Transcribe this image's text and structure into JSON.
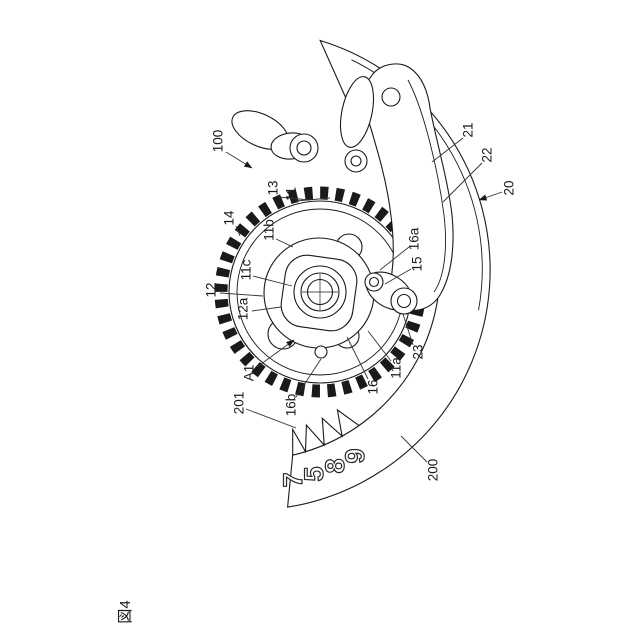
{
  "figure": {
    "label": "図4"
  },
  "colors": {
    "ink": "#1a1a1a",
    "paper": "#ffffff"
  },
  "callouts": [
    {
      "id": "100",
      "text": "100"
    },
    {
      "id": "13",
      "text": "13"
    },
    {
      "id": "11",
      "text": "11"
    },
    {
      "id": "14",
      "text": "14"
    },
    {
      "id": "11b",
      "text": "11b"
    },
    {
      "id": "11c",
      "text": "11c"
    },
    {
      "id": "12",
      "text": "12"
    },
    {
      "id": "12a",
      "text": "12a"
    },
    {
      "id": "A1",
      "text": "A1"
    },
    {
      "id": "16b",
      "text": "16b"
    },
    {
      "id": "201",
      "text": "201"
    },
    {
      "id": "21",
      "text": "21"
    },
    {
      "id": "22",
      "text": "22"
    },
    {
      "id": "20",
      "text": "20"
    },
    {
      "id": "16a",
      "text": "16a"
    },
    {
      "id": "15",
      "text": "15"
    },
    {
      "id": "11a",
      "text": "11a"
    },
    {
      "id": "23",
      "text": "23"
    },
    {
      "id": "16",
      "text": "16"
    },
    {
      "id": "200",
      "text": "200"
    }
  ],
  "sprocket_markings": [
    "7",
    "5",
    "8",
    "9"
  ]
}
